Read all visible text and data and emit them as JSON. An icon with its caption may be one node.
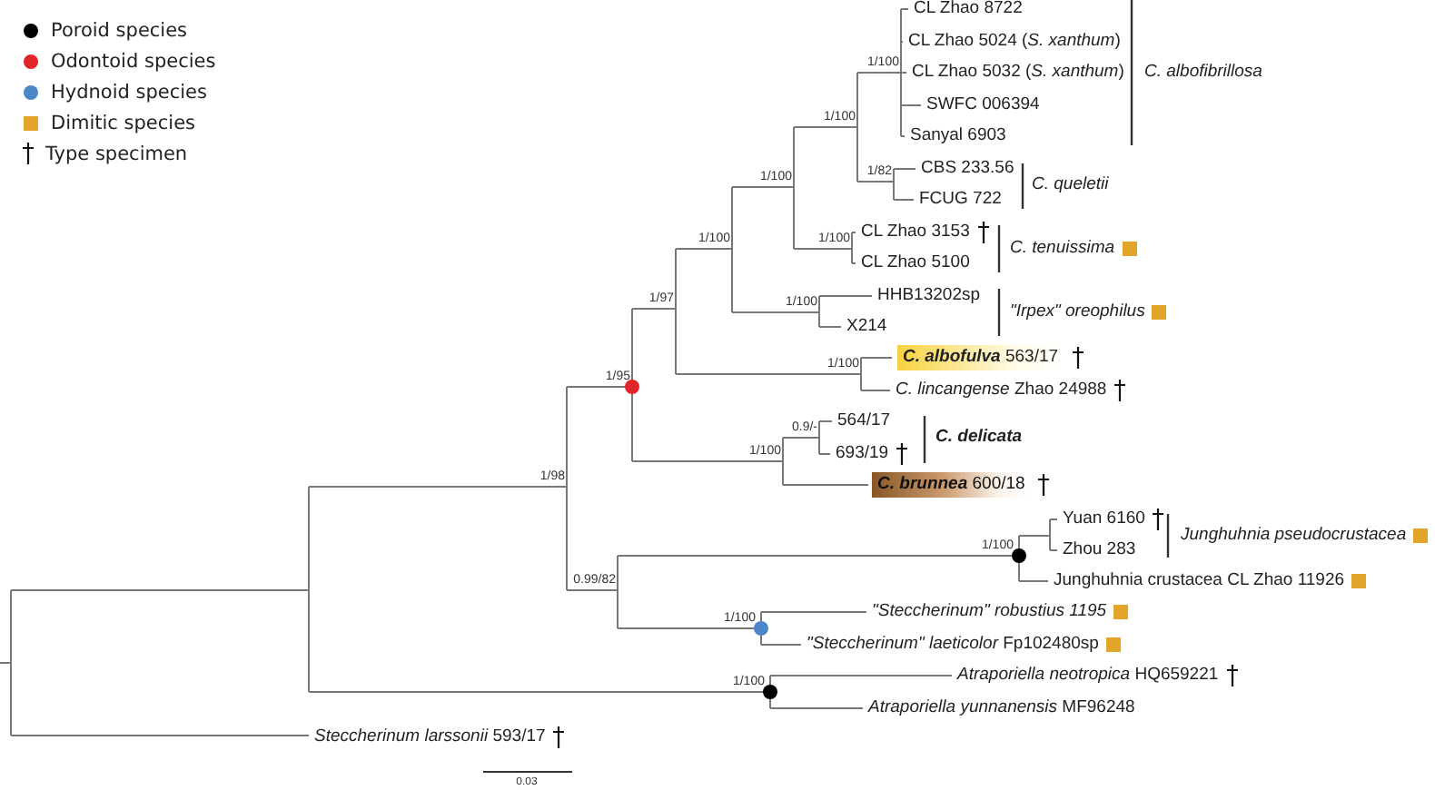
{
  "diagram": {
    "labels": [
      "CL Zhao 8722",
      "CL Zhao 5024 (*S. xanthum*)",
      "CL Zhao 5032 (*S. xanthum*)",
      "SWFC 006394",
      "Sanyal 6903",
      "C. albofibrillosa",
      "CBS 233.56",
      "FCUG 722",
      "C. queletii",
      "CL Zhao 3153",
      "CL Zhao 5100",
      "C. tenuissima",
      "HHB13202sp",
      "X214",
      "\"Irpex\" oreophilus",
      "**C. albofulva** 563/17",
      "*C. lincangense* Zhao 24988",
      "564/17",
      "693/19",
      "C. delicata",
      "**C. brunnea** 600/18",
      "Yuan 6160",
      "Zhou 283",
      "Junghuhnia pseudocrustacea",
      "Junghuhnia crustacea CL Zhao 11926",
      "\"Steccherinum\" robustius 1195",
      "*\"Steccherinum\" laeticolor* Fp102480sp",
      "*Atraporiella neotropica* HQ659221",
      "*Atraporiella yunnanensis* MF96248",
      "*Steccherinum larssonii* 593/17",
      "1/100",
      "1/82",
      "1/100",
      "1/100",
      "1/100",
      "1/100",
      "1/100",
      "1/97",
      "1/100",
      "1/95",
      "0.9/-",
      "1/100",
      "1/98",
      "0.99/82",
      "1/100",
      "1/100",
      "1/100",
      "0.03"
    ],
    "legend": [
      {
        "text": "Poroid species",
        "color": "#000000"
      },
      {
        "text": "Odontoid species",
        "color": "#e3242b"
      },
      {
        "text": "Hydnoid species",
        "color": "#4a86c8"
      },
      {
        "text": "Dimitic species",
        "color": "#e2a52a"
      },
      {
        "text": "Type specimen"
      }
    ]
  }
}
